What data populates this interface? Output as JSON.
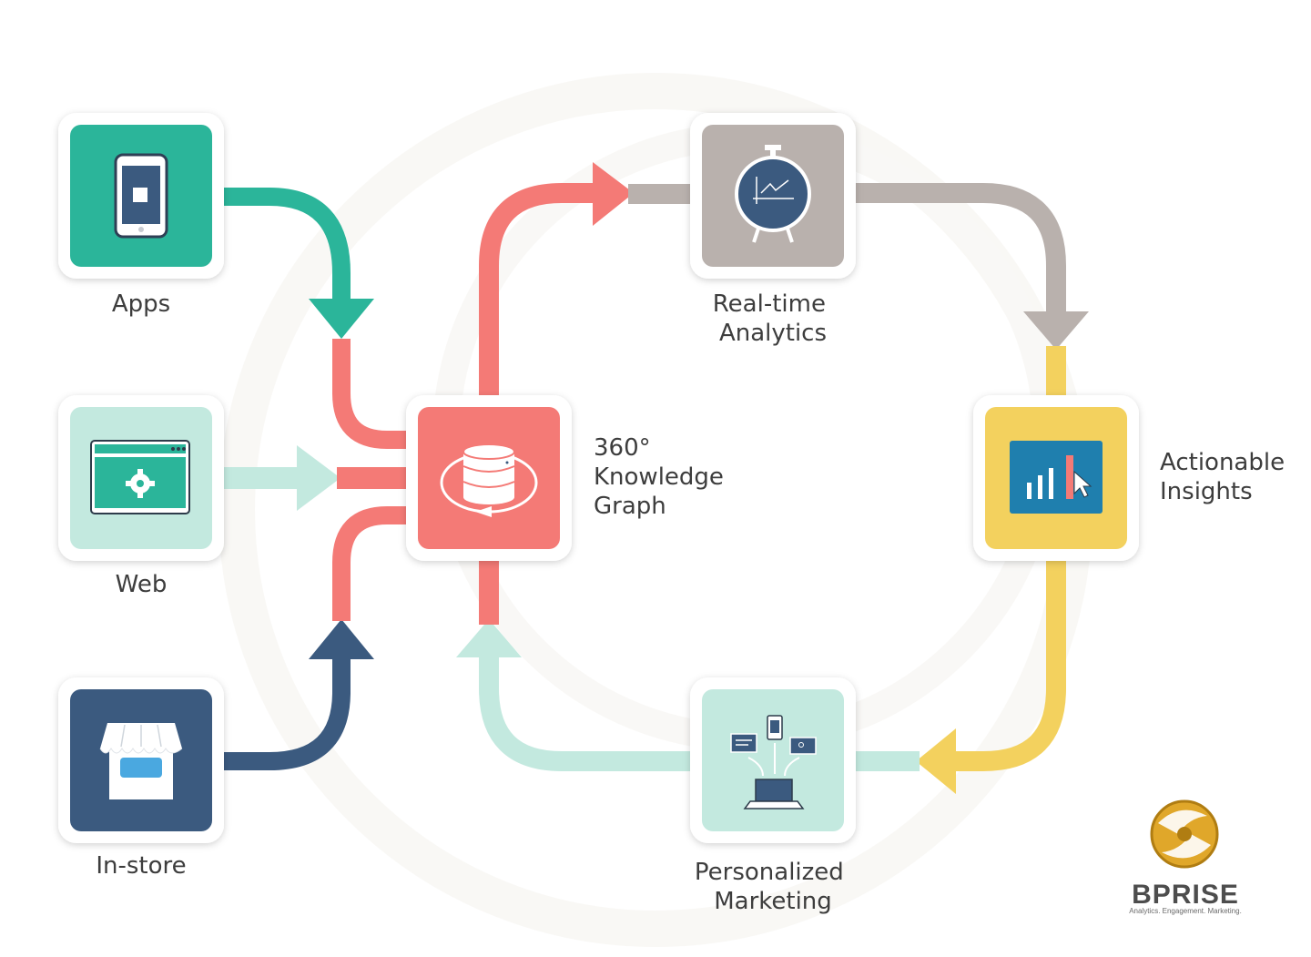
{
  "diagram": {
    "nodes": {
      "apps": {
        "label": "Apps",
        "icon": "smartphone-icon",
        "color": "#2bb59a"
      },
      "web": {
        "label": "Web",
        "icon": "browser-gear-icon",
        "color": "#c3e9df"
      },
      "instore": {
        "label": "In-store",
        "icon": "storefront-icon",
        "color": "#3b5a7f"
      },
      "knowledge": {
        "label_lines": [
          "360°",
          "Knowledge",
          "Graph"
        ],
        "icon": "database-icon",
        "color": "#f47a76"
      },
      "analytics": {
        "label_lines": [
          "Real-time",
          "Analytics"
        ],
        "icon": "stopwatch-chart-icon",
        "color": "#b9b1ad"
      },
      "insights": {
        "label_lines": [
          "Actionable",
          "Insights"
        ],
        "icon": "bar-chart-cursor-icon",
        "color": "#f3d15e"
      },
      "marketing": {
        "label_lines": [
          "Personalized",
          "Marketing"
        ],
        "icon": "laptop-devices-icon",
        "color": "#c3e9df"
      }
    }
  },
  "logo": {
    "name": "BPRISE",
    "tagline": "Analytics. Engagement. Marketing.",
    "icon": "gold-swirl-logo-icon"
  }
}
